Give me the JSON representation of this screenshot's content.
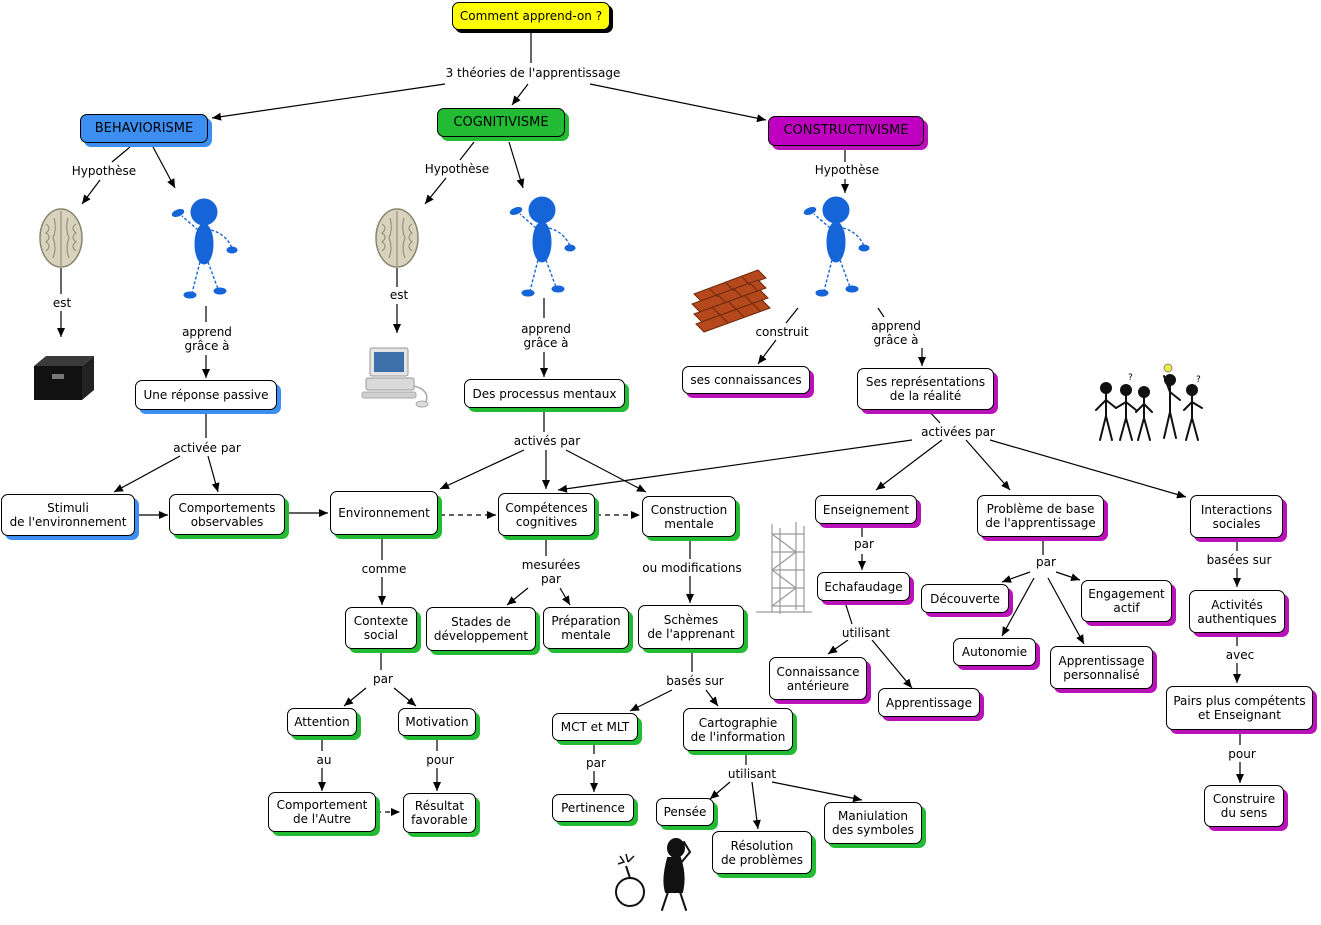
{
  "nodes": {
    "root": "Comment apprend-on ?",
    "behaviorisme": "BEHAVIORISME",
    "cognitivisme": "COGNITIVISME",
    "constructivisme": "CONSTRUCTIVISME",
    "reponse_passive": "Une réponse passive",
    "processus_mentaux": "Des processus mentaux",
    "ses_connaissances": "ses connaissances",
    "representations": "Ses représentations\nde la réalité",
    "stimuli": "Stimuli\nde l'environnement",
    "comportements_obs": "Comportements\nobservables",
    "environnement": "Environnement",
    "competences": "Compétences\ncognitives",
    "construction": "Construction\nmentale",
    "enseignement": "Enseignement",
    "probleme": "Problème de base\nde l'apprentissage",
    "interactions": "Interactions\nsociales",
    "contexte": "Contexte\nsocial",
    "stades": "Stades de\ndéveloppement",
    "preparation": "Préparation\nmentale",
    "schemes": "Schèmes\nde l'apprenant",
    "echafaudage": "Echafaudage",
    "decouverte": "Découverte",
    "engagement": "Engagement\nactif",
    "activites": "Activités\nauthentiques",
    "attention": "Attention",
    "motivation": "Motivation",
    "connaissance": "Connaissance\nantérieure",
    "apprentissage": "Apprentissage",
    "autonomie": "Autonomie",
    "apprentissage_perso": "Apprentissage\npersonnalisé",
    "pairs": "Pairs plus compétents\net Enseignant",
    "mct": "MCT et MLT",
    "cartographie": "Cartographie\nde l'information",
    "comportement_autre": "Comportement\nde l'Autre",
    "resultat": "Résultat\nfavorable",
    "pertinence": "Pertinence",
    "pensee": "Pensée",
    "manipulation": "Maniulation\ndes symboles",
    "resolution": "Résolution\nde problèmes",
    "construire": "Construire\ndu sens"
  },
  "labels": {
    "trois_theories": "3 théories de l'apprentissage",
    "hyp_behav": "Hypothèse",
    "hyp_cogni": "Hypothèse",
    "hyp_constr": "Hypothèse",
    "est_behav": "est",
    "est_cogni": "est",
    "apprend_behav": "apprend\ngrâce à",
    "apprend_cogni": "apprend\ngrâce à",
    "apprend_constr": "apprend\ngrâce à",
    "construit": "construit",
    "activee_par": "activée par",
    "actives_par": "activés par",
    "activees_par": "activées par",
    "comme": "comme",
    "mesurees_par": "mesurées\npar",
    "ou_modifications": "ou modifications",
    "par_ens": "par",
    "par_prob": "par",
    "basees_sur": "basées sur",
    "par_ctx": "par",
    "utilisant_ech": "utilisant",
    "avec": "avec",
    "bases_sur": "basés sur",
    "au": "au",
    "pour_motiv": "pour",
    "par_mct": "par",
    "utilisant_carto": "utilisant",
    "pour_pairs": "pour"
  },
  "colors": {
    "behaviorisme": "#3c8ff0",
    "cognitivisme": "#22bb33",
    "constructivisme": "#c000c0",
    "root": "#ffff00",
    "figure_blue": "#1565d8",
    "brick": "#b5481c"
  },
  "icons": [
    "brain-icon",
    "stick-figure-icon",
    "black-box-icon",
    "computer-icon",
    "brick-wall-icon",
    "people-group-icon",
    "scaffold-icon",
    "thinker-bomb-icon"
  ]
}
